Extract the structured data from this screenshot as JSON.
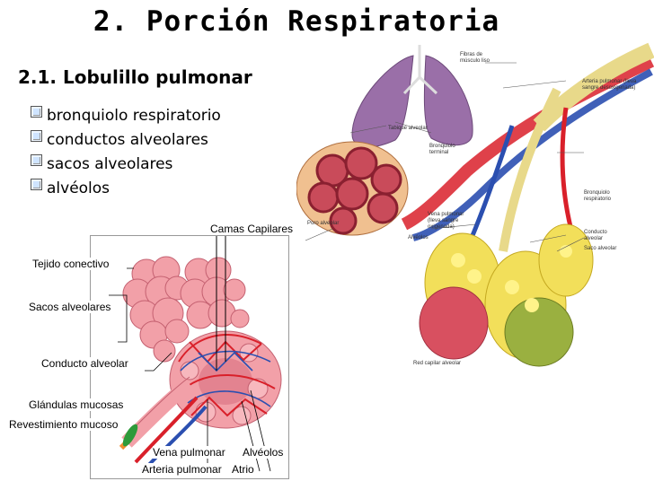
{
  "slide": {
    "title": "2. Porción Respiratoria",
    "subtitle": "2.1. Lobulillo pulmonar",
    "bullets": [
      "bronquiolo respiratorio",
      "conductos alveolares",
      "sacos alveolares",
      "alvéolos"
    ]
  },
  "diagram_lobule": {
    "labels": {
      "camas": "Camas Capilares",
      "tejido": "Tejido conectivo",
      "sacos": "Sacos alveolares",
      "conducto": "Conducto alveolar",
      "glandulas": "Glándulas mucosas",
      "revestimiento": "Revestimiento mucoso",
      "vena": "Vena pulmonar",
      "arteria": "Arteria pulmonar",
      "atrio": "Atrio",
      "alveolos": "Alvéolos"
    }
  },
  "diagram_anatomy": {
    "labels": {
      "fibras": "Fibras de músculo liso",
      "arteria": "Arteria pulmonar (lleva sangre desoxigenada)",
      "tabique": "Tabique alveolar",
      "bronquiolo_terminal": "Bronquiolo terminal",
      "bronquiolo_resp": "Bronquiolo respiratorio",
      "vena": "Vena pulmonar (lleva sangre oxigenada)",
      "poro": "Poro alveolar",
      "alveolos": "Alvéolos",
      "conducto": "Conducto alveolar",
      "saco": "Saco alveolar",
      "red": "Red capilar alveolar"
    }
  },
  "colors": {
    "pink": "#f2a0a8",
    "red": "#d9202a",
    "blue": "#2b4fb0",
    "yellow": "#f2df5a",
    "lung": "#9a6fa8"
  }
}
